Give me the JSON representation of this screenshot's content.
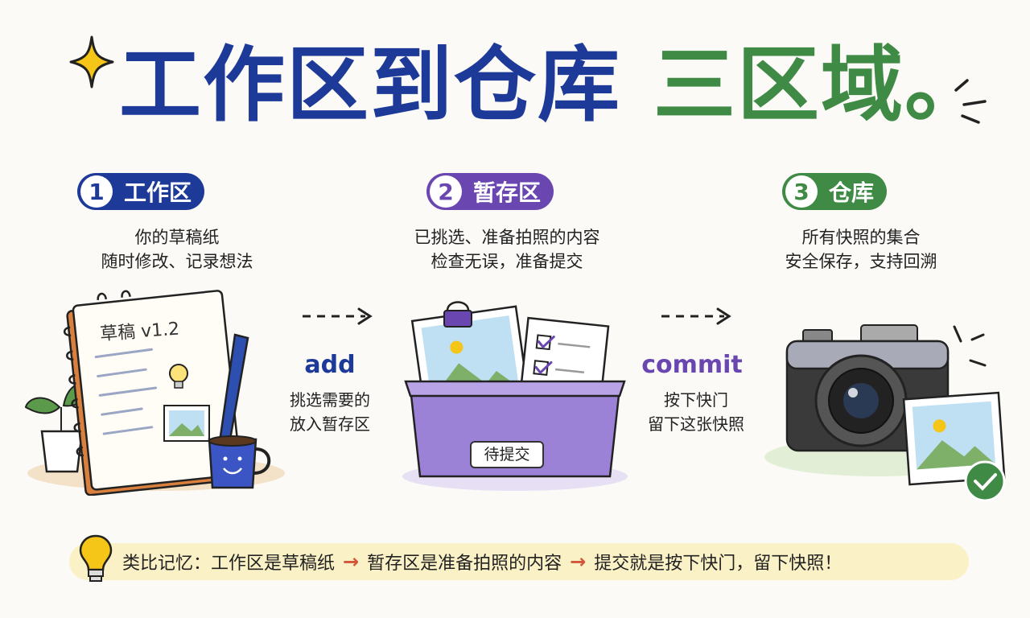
{
  "title": {
    "part1": "工作区到仓库",
    "part2": "三区域。"
  },
  "steps": [
    {
      "num": "1",
      "label": "工作区",
      "line1": "你的草稿纸",
      "line2": "随时修改、记录想法"
    },
    {
      "num": "2",
      "label": "暂存区",
      "line1": "已挑选、准备拍照的内容",
      "line2": "检查无误，准备提交"
    },
    {
      "num": "3",
      "label": "仓库",
      "line1": "所有快照的集合",
      "line2": "安全保存，支持回溯"
    }
  ],
  "arrows": [
    {
      "cmd": "add",
      "line1": "挑选需要的",
      "line2": "放入暂存区"
    },
    {
      "cmd": "commit",
      "line1": "按下快门",
      "line2": "留下这张快照"
    }
  ],
  "illustrations": {
    "notebook_label": "草稿 v1.2",
    "basket_tag": "待提交"
  },
  "banner": {
    "part1": "类比记忆：工作区是草稿纸",
    "arrow": "→",
    "part2": "暂存区是准备拍照的内容",
    "part3": "提交就是按下快门，留下快照！"
  },
  "colors": {
    "blue": "#1e3a99",
    "purple": "#6a47b0",
    "green": "#3f8a45",
    "banner_bg": "#fbf1c6",
    "arrow_red": "#d2553a"
  },
  "icons": [
    "sparkle-icon",
    "notebook-icon",
    "plant-icon",
    "pen-icon",
    "mug-icon",
    "lightbulb-icon",
    "photo-icon",
    "clip-icon",
    "checklist-icon",
    "basket-icon",
    "camera-icon",
    "check-circle-icon"
  ]
}
